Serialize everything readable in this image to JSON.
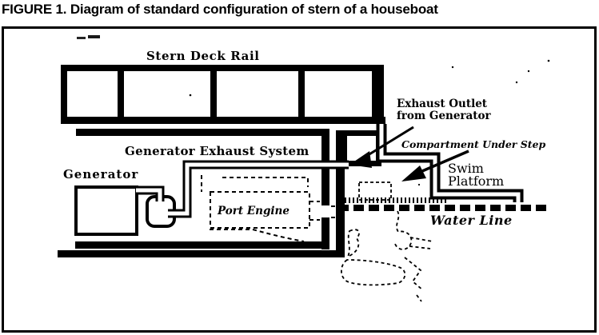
{
  "title": "FIGURE 1. Diagram of standard configuration of stern of a houseboat",
  "diagram": {
    "labels": {
      "stern_deck_rail": "Stern Deck Rail",
      "generator_exhaust_system": "Generator Exhaust System",
      "generator": "Generator",
      "exhaust_outlet_line1": "Exhaust Outlet",
      "exhaust_outlet_line2": "from Generator",
      "compartment_under_step": "Compartment Under Step",
      "swim_platform_line1": "Swim",
      "swim_platform_line2": "Platform",
      "port_engine": "Port Engine",
      "water_line": "Water Line"
    },
    "colors": {
      "ink": "#000000",
      "paper": "#ffffff"
    }
  }
}
